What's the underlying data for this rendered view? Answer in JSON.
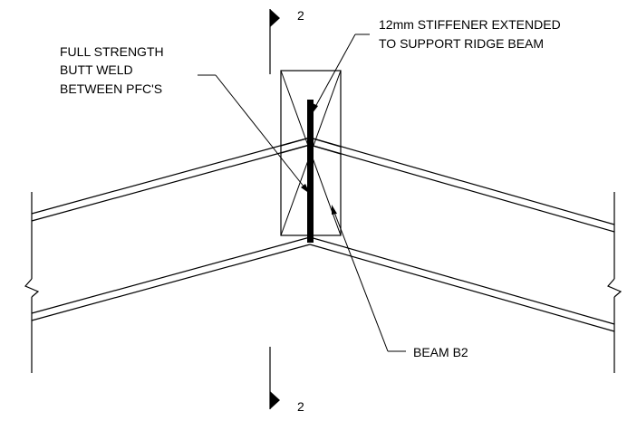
{
  "section_marks": {
    "top": "2",
    "bottom": "2"
  },
  "labels": {
    "weld_line1": "FULL STRENGTH",
    "weld_line2": "BUTT WELD",
    "weld_line3": "BETWEEN PFC'S",
    "stiffener_line1": "12mm STIFFENER EXTENDED",
    "stiffener_line2": "TO SUPPORT RIDGE BEAM",
    "beam": "BEAM B2"
  }
}
